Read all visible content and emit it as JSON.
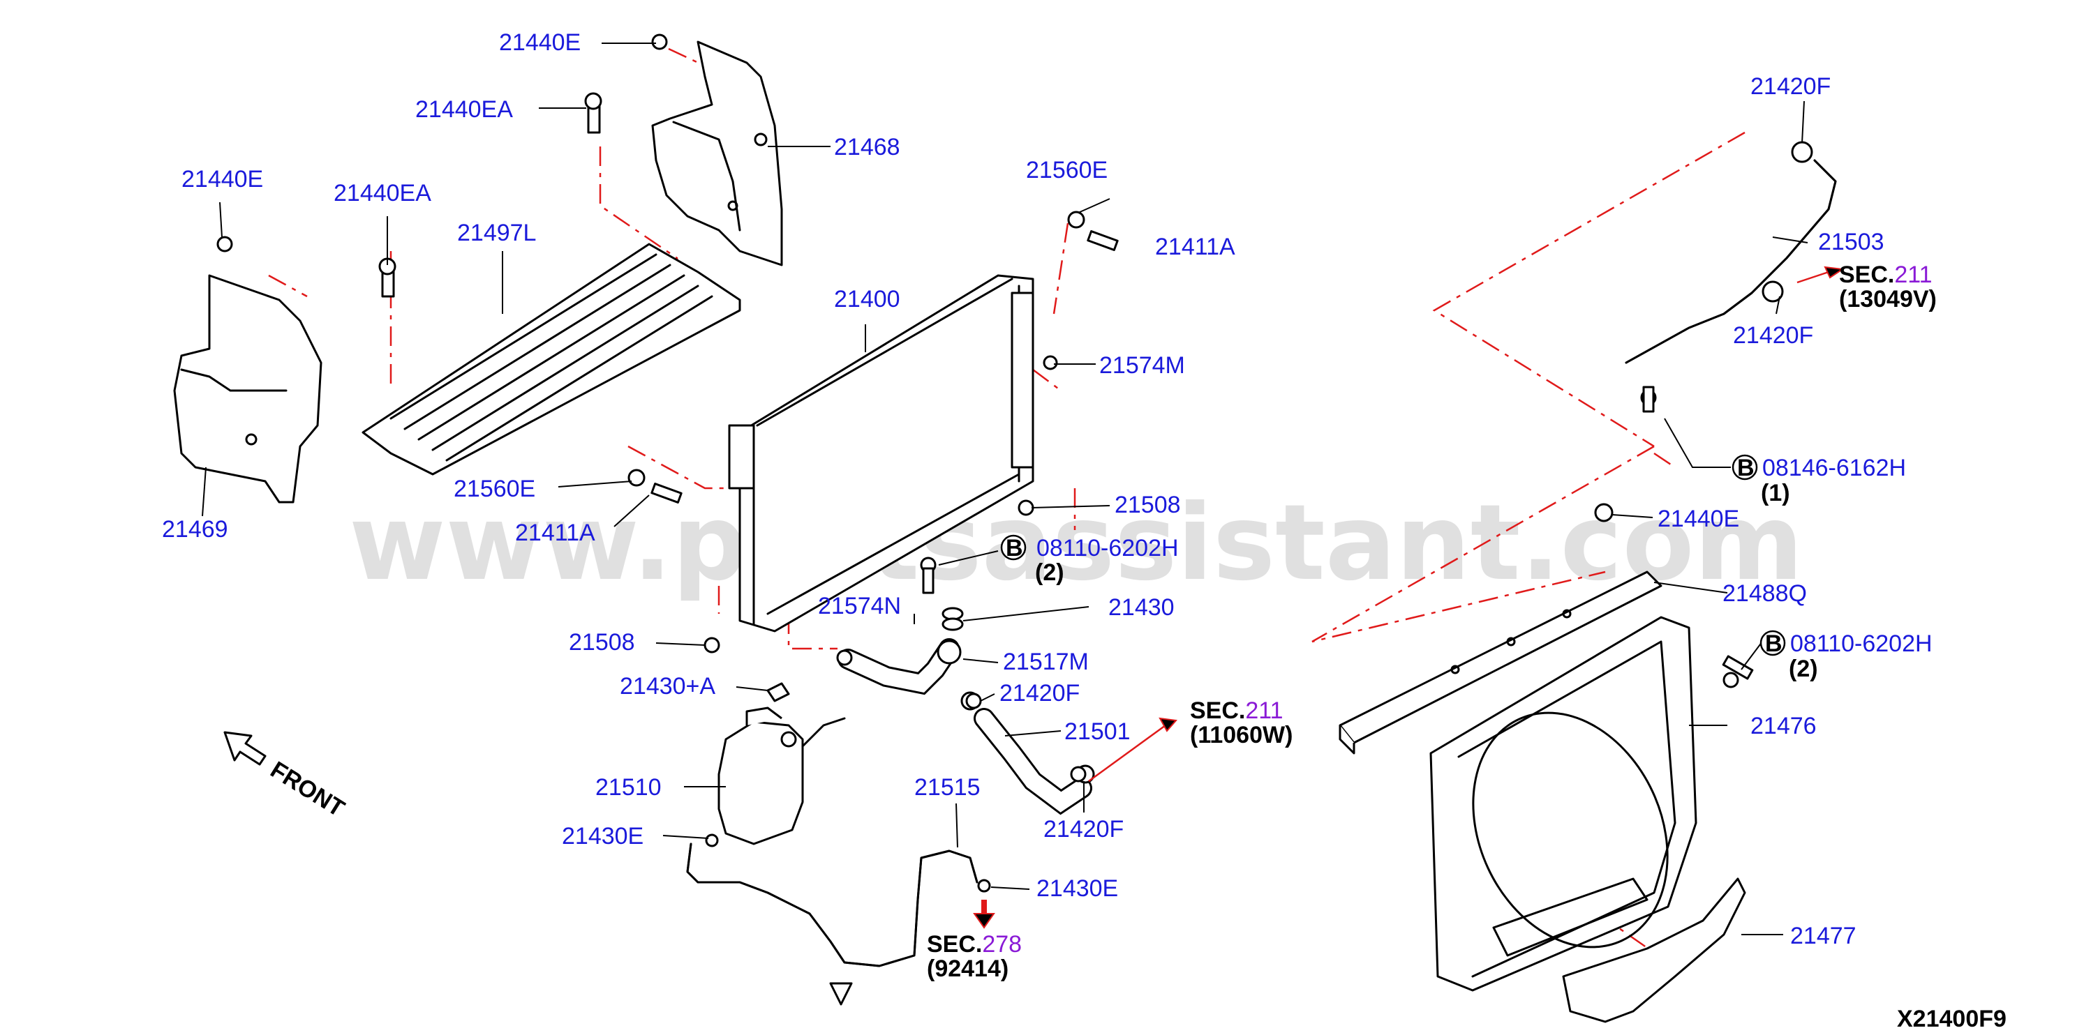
{
  "diagram_id": "X21400F9",
  "watermark": "www.partsassistant.com",
  "front_label": "FRONT",
  "colors": {
    "part_number": "#1a1adb",
    "leader_dash": "#e01a1a",
    "sec_number": "#8a1ad6",
    "text": "#000000"
  },
  "labels": {
    "p21440E_a": "21440E",
    "p21440EA_a": "21440EA",
    "p21468": "21468",
    "p21440E_b": "21440E",
    "p21440EA_b": "21440EA",
    "p21497L": "21497L",
    "p21469": "21469",
    "p21560E_a": "21560E",
    "p21411A_a": "21411A",
    "p21400": "21400",
    "p21574M": "21574M",
    "p21560E_b": "21560E",
    "p21411A_b": "21411A",
    "p21508_a": "21508",
    "p08110_a": "08110-6202H",
    "p08110_a_qty": "(2)",
    "p21574N": "21574N",
    "p21430": "21430",
    "p21508_b": "21508",
    "p21517M": "21517M",
    "p21430A": "21430+A",
    "p21420F_c": "21420F",
    "p21501": "21501",
    "p21510": "21510",
    "p21515": "21515",
    "p21430E_a": "21430E",
    "p21430E_b": "21430E",
    "p21420F_d": "21420F",
    "p21420F_a": "21420F",
    "p21503": "21503",
    "p21420F_b": "21420F",
    "p08146": "08146-6162H",
    "p08146_qty": "(1)",
    "p21440E_c": "21440E",
    "p21488Q": "21488Q",
    "p08110_b": "08110-6202H",
    "p08110_b_qty": "(2)",
    "p21476": "21476",
    "p21477": "21477"
  },
  "sec_refs": [
    {
      "prefix": "SEC.",
      "number": "211",
      "code": "(13049V)"
    },
    {
      "prefix": "SEC.",
      "number": "211",
      "code": "(11060W)"
    },
    {
      "prefix": "SEC.",
      "number": "278",
      "code": "(92414)"
    }
  ],
  "marker_letter": "B"
}
